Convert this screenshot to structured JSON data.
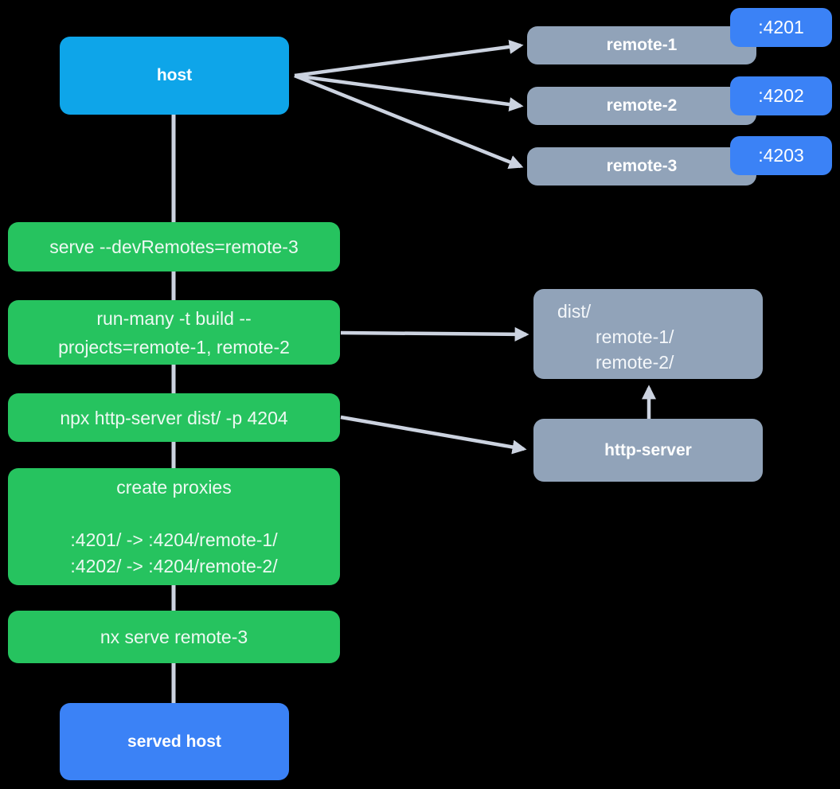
{
  "diagram": {
    "host": {
      "label": "host"
    },
    "remotes": [
      {
        "label": "remote-1",
        "port": ":4201"
      },
      {
        "label": "remote-2",
        "port": ":4202"
      },
      {
        "label": "remote-3",
        "port": ":4203"
      }
    ],
    "commands": [
      {
        "lines": [
          "serve --devRemotes=remote-3"
        ]
      },
      {
        "lines": [
          "run-many -t build --",
          "projects=remote-1, remote-2"
        ]
      },
      {
        "lines": [
          "npx http-server dist/ -p 4204"
        ]
      },
      {
        "lines": [
          "create proxies",
          "",
          ":4201/ -> :4204/remote-1/",
          ":4202/ -> :4204/remote-2/"
        ]
      },
      {
        "lines": [
          "nx serve remote-3"
        ]
      }
    ],
    "dist": {
      "lines": [
        "dist/",
        "remote-1/",
        "remote-2/"
      ]
    },
    "http_server": {
      "label": "http-server"
    },
    "served_host": {
      "label": "served host"
    }
  },
  "colors": {
    "background": "#000000",
    "host_node": "#0ea5e9",
    "remote_node": "#91a3b9",
    "port_badge": "#3b82f6",
    "served_host_node": "#3b82f6",
    "command_node": "#26c35f",
    "arrow": "#ccd3e0",
    "text": "#ffffff"
  }
}
